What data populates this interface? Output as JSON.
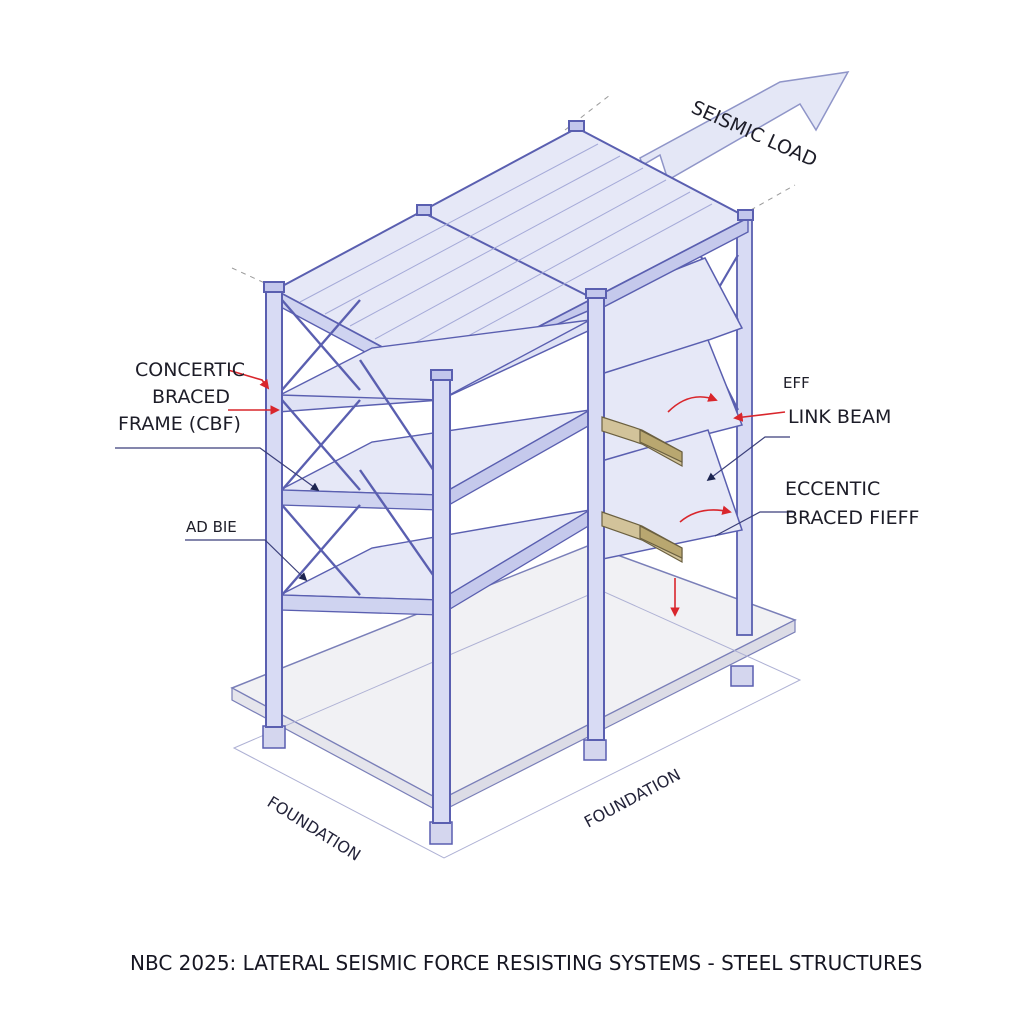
{
  "diagram": {
    "load_label": "SEISMIC LOAD",
    "labels": {
      "cbf_line1": "CONCERTIC",
      "cbf_line2": "BRACED",
      "cbf_line3": "FRAME (CBF)",
      "ad_bie": "AD BIE",
      "eff": "EFF",
      "link_beam": "LINK BEAM",
      "ebf_line1": "ECCENTIC",
      "ebf_line2": "BRACED FIEFF",
      "foundation_left": "FOUNDATION",
      "foundation_right": "FOUNDATION"
    },
    "title": "NBC 2025: LATERAL SEISMIC FORCE RESISTING SYSTEMS - STEEL STRUCTURES",
    "colors": {
      "steel_stroke": "#5a5fb0",
      "steel_fill": "#d8dbf4",
      "deck_fill": "#e6e8f7",
      "arrow_fill": "#e4e7f6",
      "annotation_red": "#d9262c",
      "slab": "#eeeef2",
      "link_beam": "#cdbf94"
    }
  }
}
